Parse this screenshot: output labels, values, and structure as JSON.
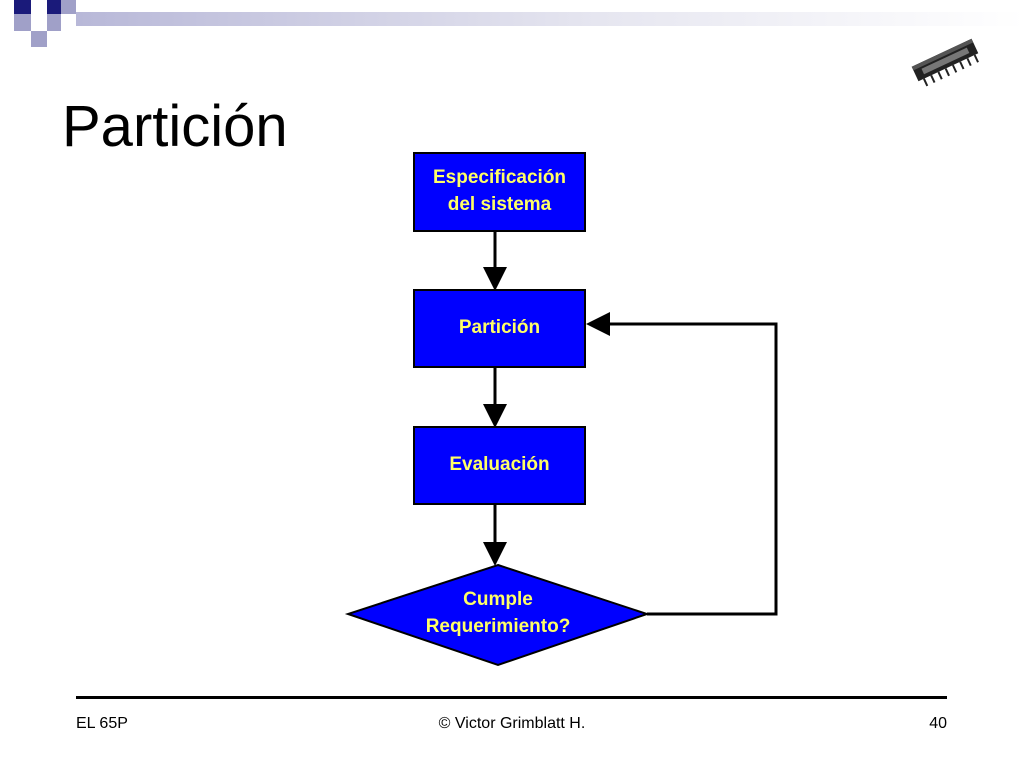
{
  "slide": {
    "title": "Partición",
    "accent_color": "#1a1a7a",
    "chip_icon": "integrated-circuit-chip-icon"
  },
  "flowchart": {
    "node_fill": "#0000ff",
    "node_text_color": "#ffff66",
    "nodes": [
      {
        "id": "spec",
        "shape": "rectangle",
        "label": "Especificación\ndel sistema"
      },
      {
        "id": "partition",
        "shape": "rectangle",
        "label": "Partición"
      },
      {
        "id": "evaluation",
        "shape": "rectangle",
        "label": "Evaluación"
      },
      {
        "id": "decision",
        "shape": "diamond",
        "label": "Cumple\nRequerimiento?"
      }
    ],
    "edges": [
      {
        "from": "spec",
        "to": "partition"
      },
      {
        "from": "partition",
        "to": "evaluation"
      },
      {
        "from": "evaluation",
        "to": "decision"
      },
      {
        "from": "decision",
        "to": "partition"
      }
    ]
  },
  "footer": {
    "left": "EL 65P",
    "center": "© Victor Grimblatt H.",
    "right": "40"
  }
}
